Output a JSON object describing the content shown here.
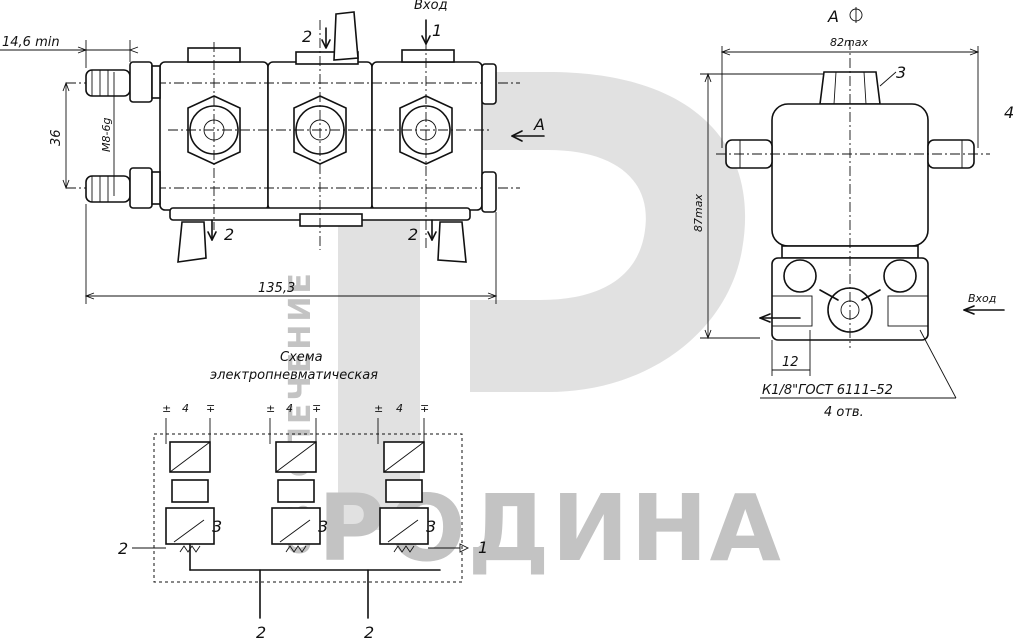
{
  "watermark": {
    "brand": "РОДИНА",
    "vertical": "ОБЕСПЕЧЕНИЕ"
  },
  "front_view": {
    "inlet_label": "Вход",
    "inlet_port": "1",
    "outlet_port": "2",
    "dim_min_length": "14,6  min",
    "dim_pitch": "36",
    "dim_thread": "M8-6g",
    "dim_total_length": "135,3",
    "view_arrow": "A"
  },
  "side_view": {
    "view_title": "A",
    "dim_width": "82max",
    "dim_height": "87max",
    "item_3": "3",
    "item_4": "4",
    "inlet_label": "Вход",
    "dim_12": "12",
    "thread_note": "К1/8\"ГОСТ 6111–52",
    "holes_note": "4 отв."
  },
  "schematic": {
    "title_line1": "Схема",
    "title_line2": "электропневматическая",
    "coil_terminals": [
      "±",
      "4",
      "∓"
    ],
    "port_exhaust": "3",
    "port_outlet": "2",
    "port_inlet": "1"
  }
}
